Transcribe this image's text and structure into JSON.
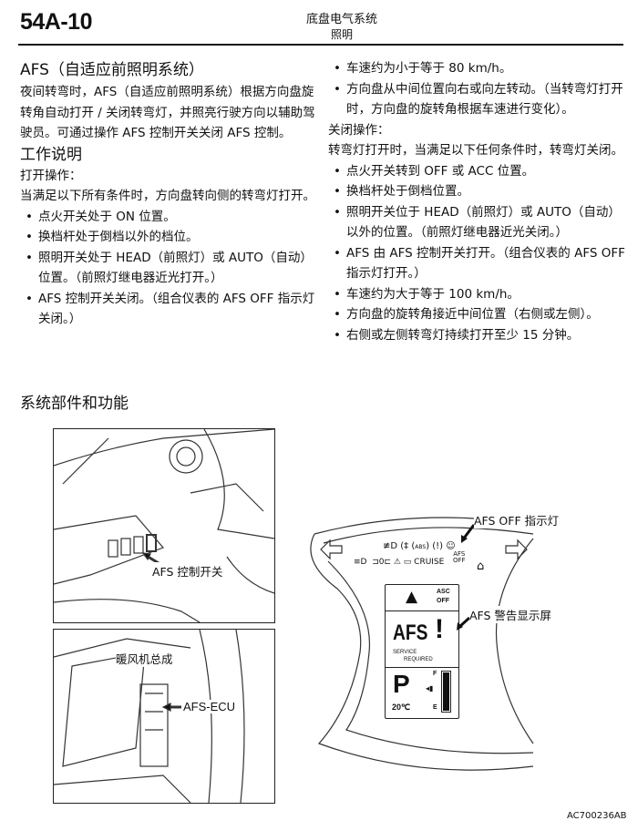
{
  "header": {
    "code": "54A-10",
    "title": "底盘电气系统",
    "subtitle": "照明"
  },
  "left": {
    "title": "AFS（自适应前照明系统）",
    "intro": "夜间转弯时，AFS（自适应前照明系统）根据方向盘旋转角自动打开 / 关闭转弯灯，并照亮行驶方向以辅助驾驶员。可通过操作 AFS 控制开关关闭 AFS 控制。",
    "op_heading": "工作说明",
    "on_label": "打开操作：",
    "on_intro": "当满足以下所有条件时，方向盘转向侧的转弯灯打开。",
    "on_items": [
      "点火开关处于 ON 位置。",
      "换档杆处于倒档以外的档位。",
      "照明开关处于 HEAD（前照灯）或 AUTO（自动）位置。（前照灯继电器近光打开。）",
      "AFS 控制开关关闭。（组合仪表的 AFS OFF 指示灯关闭。）"
    ]
  },
  "right": {
    "on_items": [
      "车速约为小于等于 80 km/h。",
      "方向盘从中间位置向右或向左转动。（当转弯灯打开时，方向盘的旋转角根据车速进行变化）。"
    ],
    "off_label": "关闭操作：",
    "off_intro": "转弯灯打开时，当满足以下任何条件时，转弯灯关闭。",
    "off_items": [
      "点火开关转到 OFF 或 ACC 位置。",
      "换档杆处于倒档位置。",
      "照明开关位于 HEAD（前照灯）或 AUTO（自动）以外的位置。（前照灯继电器近光关闭。）",
      "AFS 由 AFS 控制开关打开。（组合仪表的 AFS OFF 指示灯打开。）",
      "车速约为大于等于 100 km/h。",
      "方向盘的旋转角接近中间位置（右侧或左侧）。",
      "右侧或左侧转弯灯持续打开至少 15 分钟。"
    ]
  },
  "section": "系统部件和功能",
  "figure": {
    "switch_label": "AFS 控制开关",
    "heater_label": "暖风机总成",
    "ecu_label": "AFS-ECU",
    "afs_off_label": "AFS OFF 指示灯",
    "display_label": "AFS 警告显示屏",
    "cluster": {
      "asc1": "ASC",
      "asc2": "OFF",
      "afs": "AFS",
      "service": "SERVICE",
      "required": "REQUIRED",
      "gear": "P",
      "temp": "20℃",
      "fuel_f": "F",
      "fuel_e": "E",
      "cruise": "CRUISE",
      "afs_off1": "AFS",
      "afs_off2": "OFF",
      "abs": "ABS"
    },
    "code": "AC700236AB"
  }
}
